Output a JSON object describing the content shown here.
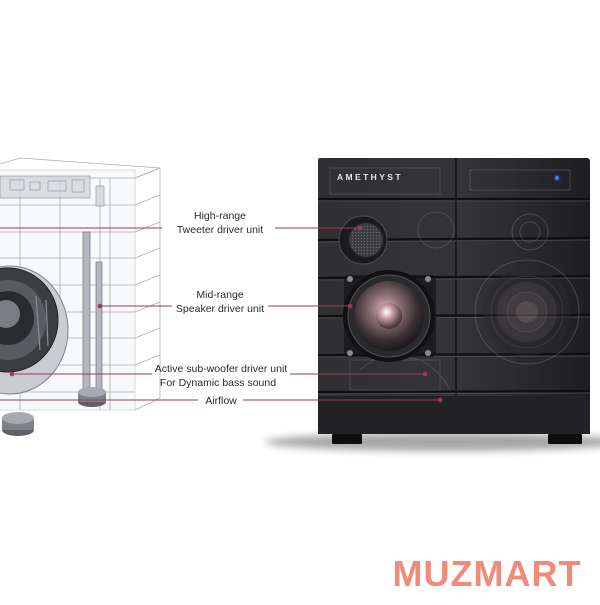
{
  "product": {
    "brand_label": "AMETHYST"
  },
  "callouts": [
    {
      "line1": "High-range",
      "line2": "Tweeter driver unit"
    },
    {
      "line1": "Mid-range",
      "line2": "Speaker driver unit"
    },
    {
      "line1": "Active sub-woofer driver unit",
      "line2": "For Dynamic bass sound"
    },
    {
      "line1": "Airflow",
      "line2": ""
    }
  ],
  "watermark": {
    "text": "MUZMART",
    "color": "#f08a7a"
  },
  "colors": {
    "leader_line": "#9b3a55",
    "cabinet": "#1f1f22",
    "power_led": "#3d7bff"
  }
}
